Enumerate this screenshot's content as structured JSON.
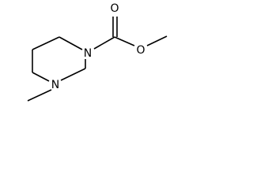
{
  "molecule": {
    "atom_labels": {
      "carbonyl_oxygen": "O",
      "ester_oxygen": "O",
      "amide_nitrogen": "N",
      "methyl_nitrogen": "N"
    }
  }
}
